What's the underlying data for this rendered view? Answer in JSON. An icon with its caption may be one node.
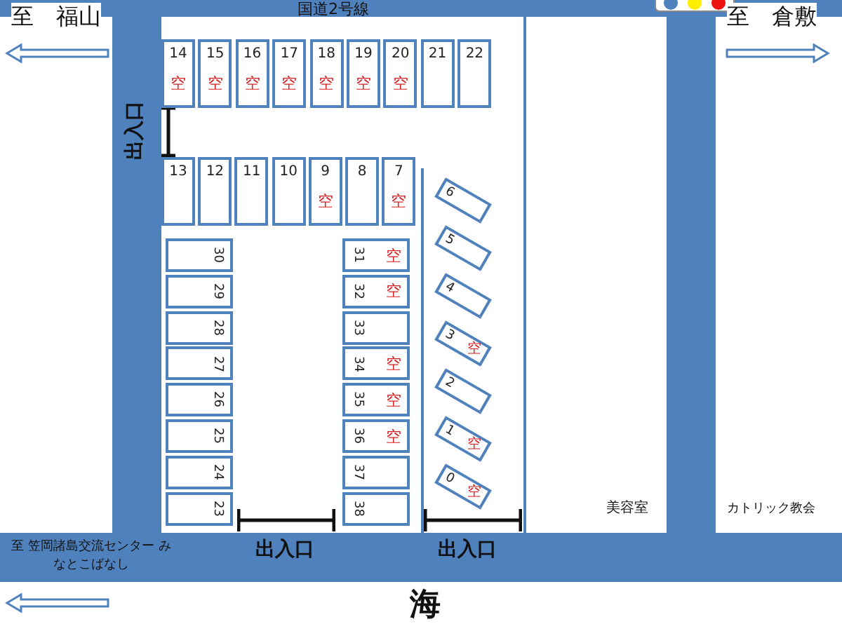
{
  "diagram": {
    "nodes": [
      {
        "text": [
          "14",
          "空"
        ]
      },
      {
        "text": [
          "15",
          "空"
        ]
      },
      {
        "text": [
          "16",
          "空"
        ]
      },
      {
        "text": [
          "17",
          "空"
        ]
      },
      {
        "text": [
          "18",
          "空"
        ]
      },
      {
        "text": [
          "19",
          "空"
        ]
      },
      {
        "text": [
          "20",
          "空"
        ]
      },
      {
        "text": [
          "21"
        ]
      },
      {
        "text": [
          "22"
        ]
      },
      {
        "text": [
          "13"
        ]
      },
      {
        "text": [
          "12"
        ]
      },
      {
        "text": [
          "11"
        ]
      },
      {
        "text": [
          "10"
        ]
      },
      {
        "text": [
          "9",
          "空"
        ]
      },
      {
        "text": [
          "8"
        ]
      },
      {
        "text": [
          "7",
          "空"
        ]
      },
      {
        "text": [
          "6"
        ]
      },
      {
        "text": [
          "5"
        ]
      },
      {
        "text": [
          "4"
        ]
      },
      {
        "text": [
          "3",
          "空"
        ]
      },
      {
        "text": [
          "2"
        ]
      },
      {
        "text": [
          "1",
          "空"
        ]
      },
      {
        "text": [
          "0",
          "空"
        ]
      },
      {
        "text": [
          "30"
        ]
      },
      {
        "text": [
          "29"
        ]
      },
      {
        "text": [
          "28"
        ]
      },
      {
        "text": [
          "27"
        ]
      },
      {
        "text": [
          "26"
        ]
      },
      {
        "text": [
          "25"
        ]
      },
      {
        "text": [
          "24"
        ]
      },
      {
        "text": [
          "23"
        ]
      },
      {
        "text": [
          "31",
          "空"
        ]
      },
      {
        "text": [
          "32",
          "空"
        ]
      },
      {
        "text": [
          "33"
        ]
      },
      {
        "text": [
          "34",
          "空"
        ]
      },
      {
        "text": [
          "35",
          "空"
        ]
      },
      {
        "text": [
          "36",
          "空"
        ]
      },
      {
        "text": [
          "37"
        ]
      },
      {
        "text": [
          "38"
        ]
      }
    ],
    "labels": [
      "至　福山",
      "国道2号線",
      "至　倉敷",
      "出入口",
      "出入口",
      "出入口",
      "美容室",
      "カトリック教会",
      "至 笠岡諸島交流センター みなとこばなし",
      "海"
    ]
  }
}
